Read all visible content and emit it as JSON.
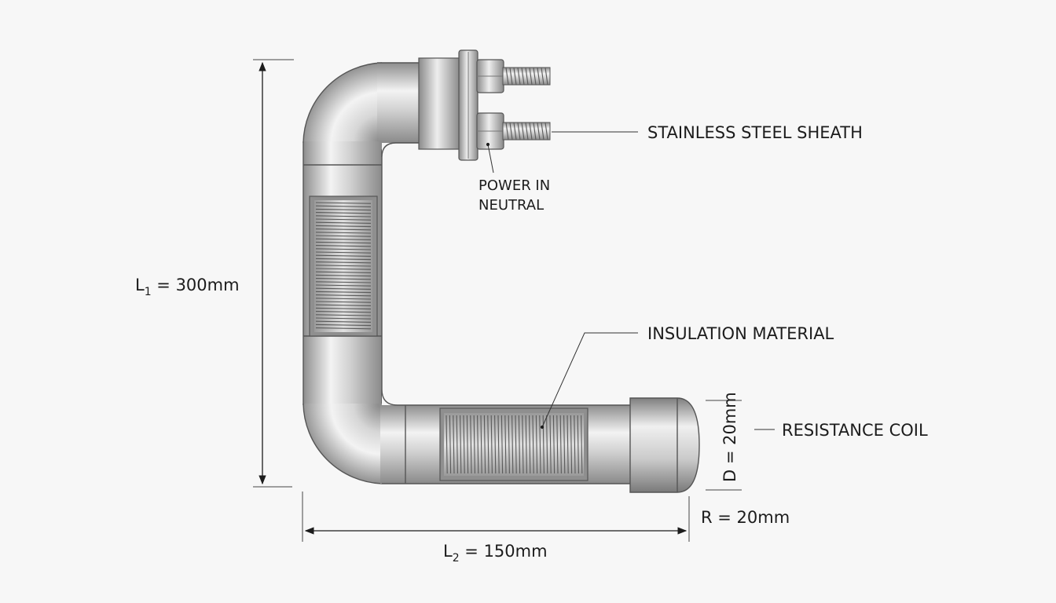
{
  "diagram": {
    "labels": {
      "sheath": "STAINLESS STEEL SHEATH",
      "power_in": "POWER IN",
      "neutral": "NEUTRAL",
      "insulation": "INSULATION MATERIAL",
      "coil": "RESISTANCE COIL"
    },
    "dimensions": {
      "l1_sym": "L",
      "l1_sub": "1",
      "l1_val": " = 300mm",
      "l2_sym": "L",
      "l2_sub": "2",
      "l2_val": " = 150mm",
      "diameter": "D = 20mm",
      "radius": "R = 20mm"
    },
    "colors": {
      "background": "#f7f7f7",
      "metal_light": "#f2f2f2",
      "metal_mid": "#c4c4c4",
      "metal_dark": "#8a8a8a",
      "line": "#1c1c1c"
    }
  }
}
